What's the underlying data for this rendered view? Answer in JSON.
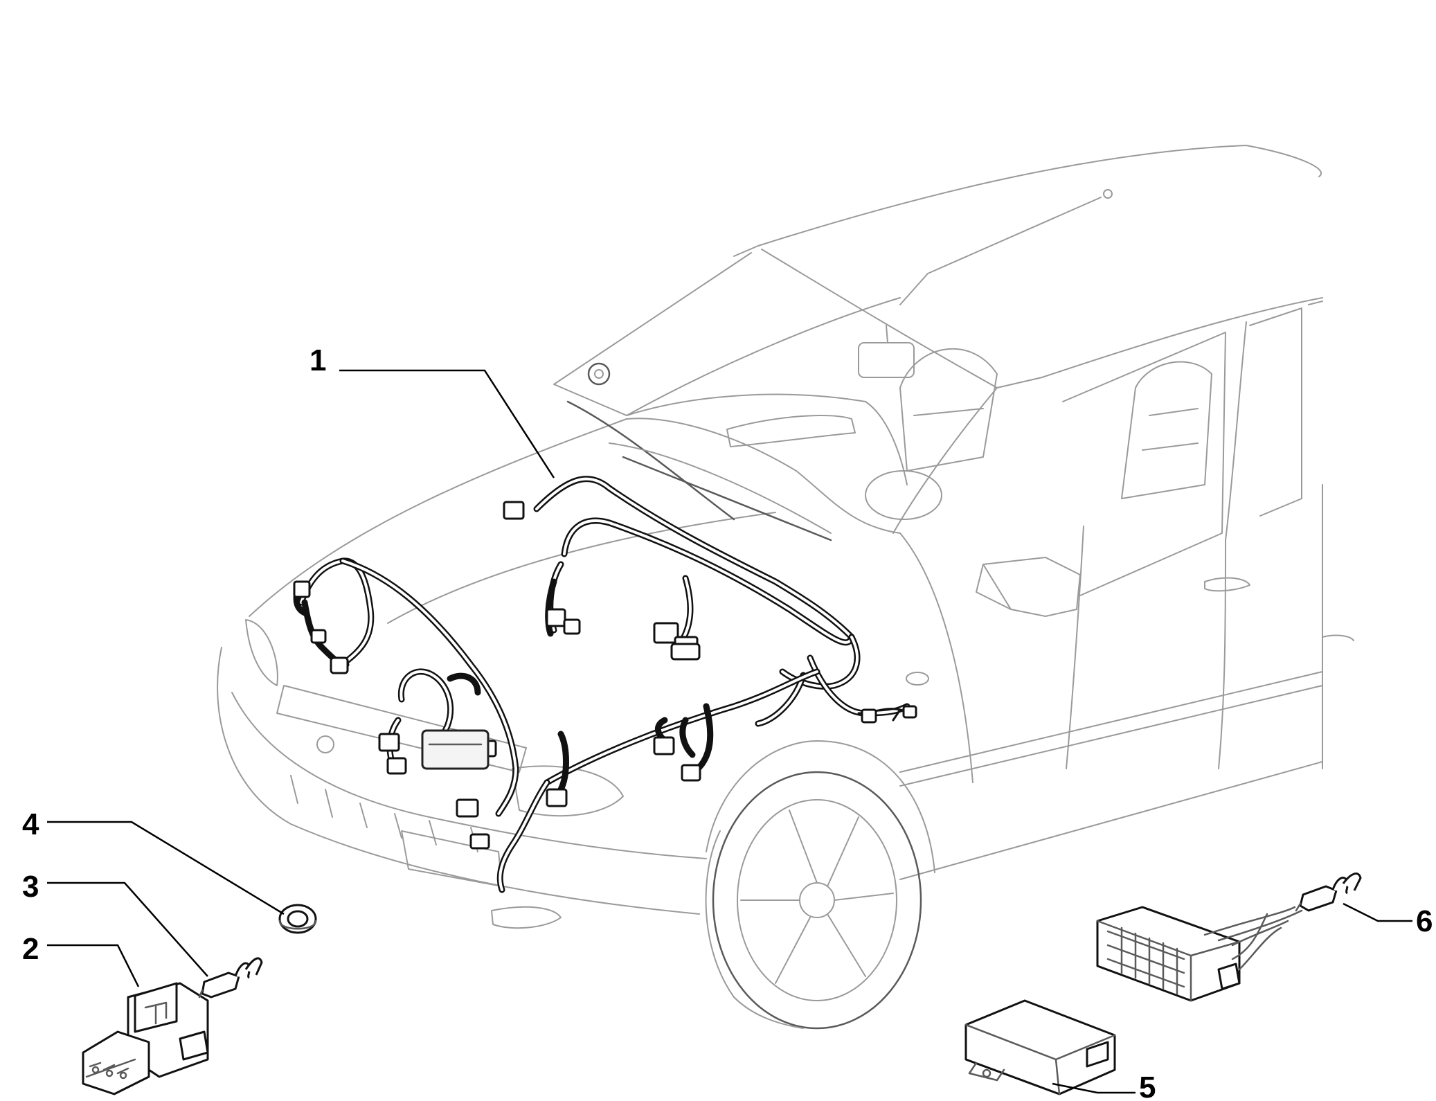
{
  "callouts": [
    {
      "id": "1",
      "label": "1",
      "part": "engine-wiring-harness"
    },
    {
      "id": "2",
      "label": "2",
      "part": "multi-pin-connector-housing"
    },
    {
      "id": "3",
      "label": "3",
      "part": "crimp-terminal"
    },
    {
      "id": "4",
      "label": "4",
      "part": "rubber-grommet"
    },
    {
      "id": "5",
      "label": "5",
      "part": "control-unit"
    },
    {
      "id": "6",
      "label": "6",
      "part": "crimp-terminal"
    }
  ],
  "colors": {
    "background": "#ffffff",
    "vehicle_outline": "#9a9a9a",
    "harness": "#111111",
    "label": "#000000"
  }
}
